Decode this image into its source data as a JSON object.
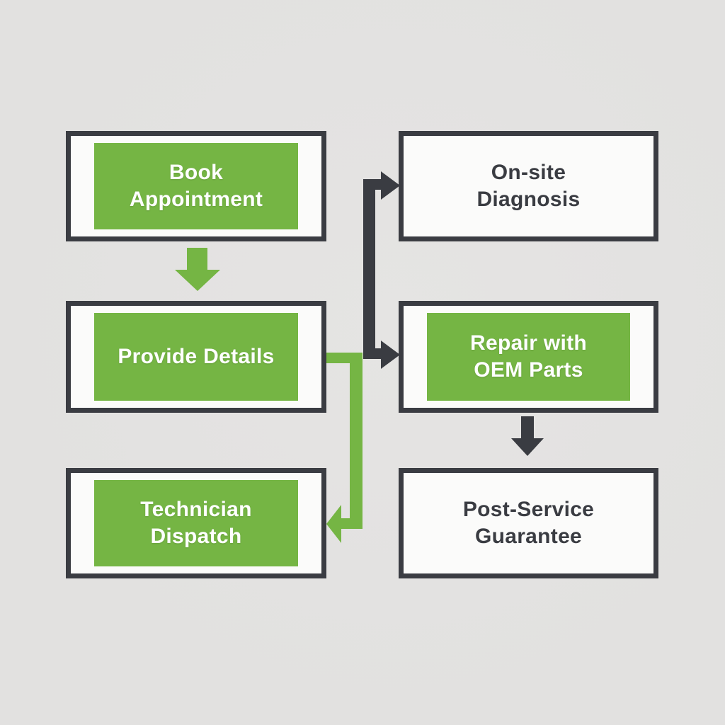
{
  "colors": {
    "bg": "#e2e1e0",
    "dark": "#3a3c42",
    "green": "#75b544",
    "box-bg": "#fbfbfa",
    "text-on-green": "#ffffff"
  },
  "diagram": {
    "nodes": [
      {
        "id": "book-appointment",
        "lines": [
          "Book",
          "Appointment"
        ],
        "variant": "green"
      },
      {
        "id": "provide-details",
        "lines": [
          "Provide Details"
        ],
        "variant": "green"
      },
      {
        "id": "technician-dispatch",
        "lines": [
          "Technician",
          "Dispatch"
        ],
        "variant": "green"
      },
      {
        "id": "on-site-diagnosis",
        "lines": [
          "On-site",
          "Diagnosis"
        ],
        "variant": "plain"
      },
      {
        "id": "repair-oem-parts",
        "lines": [
          "Repair with",
          "OEM Parts"
        ],
        "variant": "green"
      },
      {
        "id": "post-service-guarantee",
        "lines": [
          "Post-Service",
          "Guarantee"
        ],
        "variant": "plain"
      }
    ],
    "edges": [
      {
        "from": "book-appointment",
        "to": "provide-details",
        "color": "green"
      },
      {
        "from": "provide-details",
        "to": "on-site-diagnosis",
        "color": "dark"
      },
      {
        "from": "provide-details",
        "to": "repair-oem-parts",
        "color": "dark"
      },
      {
        "from": "provide-details",
        "to": "technician-dispatch",
        "color": "green"
      },
      {
        "from": "repair-oem-parts",
        "to": "post-service-guarantee",
        "color": "dark"
      }
    ]
  }
}
